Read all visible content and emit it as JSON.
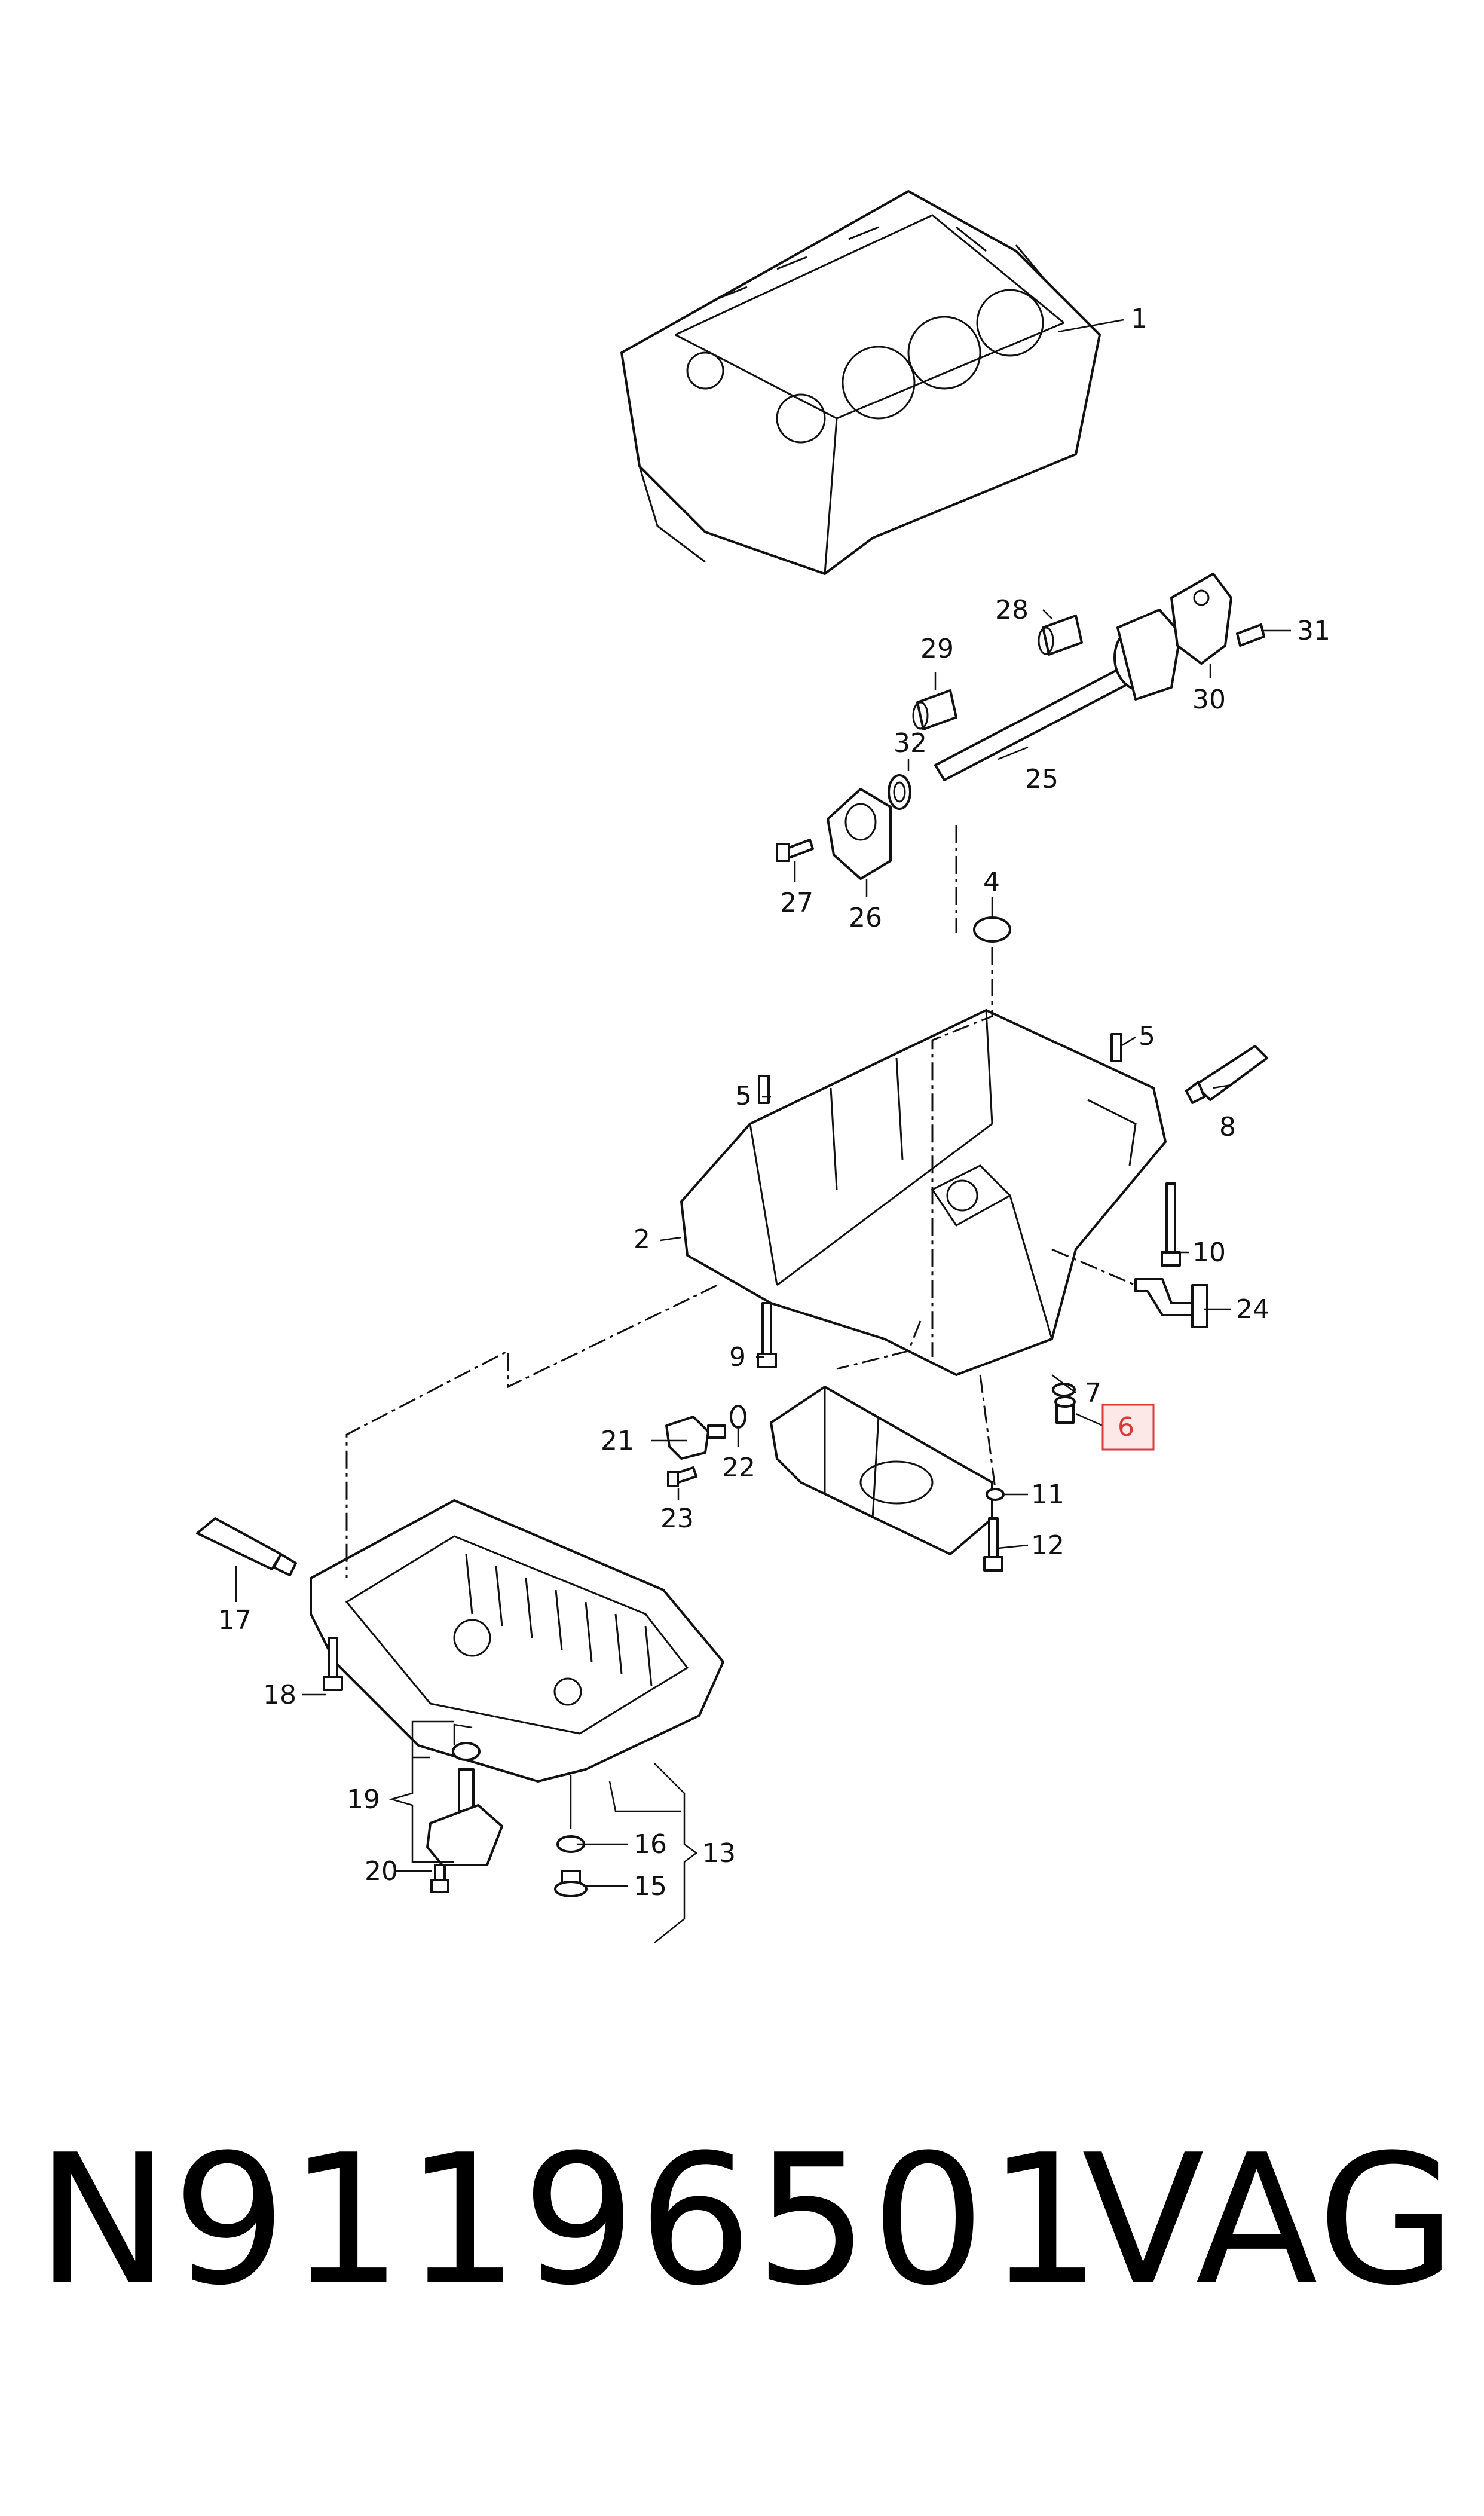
{
  "callouts": [
    {
      "id": "1",
      "label": "1"
    },
    {
      "id": "2",
      "label": "2"
    },
    {
      "id": "4",
      "label": "4"
    },
    {
      "id": "5a",
      "label": "5"
    },
    {
      "id": "5b",
      "label": "5"
    },
    {
      "id": "6",
      "label": "6",
      "highlighted": true
    },
    {
      "id": "7",
      "label": "7"
    },
    {
      "id": "8",
      "label": "8"
    },
    {
      "id": "9",
      "label": "9"
    },
    {
      "id": "10",
      "label": "10"
    },
    {
      "id": "11",
      "label": "11"
    },
    {
      "id": "12",
      "label": "12"
    },
    {
      "id": "13",
      "label": "13"
    },
    {
      "id": "15",
      "label": "15"
    },
    {
      "id": "16",
      "label": "16"
    },
    {
      "id": "17",
      "label": "17"
    },
    {
      "id": "18",
      "label": "18"
    },
    {
      "id": "19",
      "label": "19"
    },
    {
      "id": "20",
      "label": "20"
    },
    {
      "id": "21",
      "label": "21"
    },
    {
      "id": "22",
      "label": "22"
    },
    {
      "id": "23",
      "label": "23"
    },
    {
      "id": "24",
      "label": "24"
    },
    {
      "id": "25",
      "label": "25"
    },
    {
      "id": "26",
      "label": "26"
    },
    {
      "id": "27",
      "label": "27"
    },
    {
      "id": "28",
      "label": "28"
    },
    {
      "id": "29",
      "label": "29"
    },
    {
      "id": "30",
      "label": "30"
    },
    {
      "id": "31",
      "label": "31"
    },
    {
      "id": "32",
      "label": "32"
    }
  ],
  "highlight_color": "#d83a3a",
  "footer": {
    "part_number": "N91196501",
    "brand": "VAG"
  }
}
